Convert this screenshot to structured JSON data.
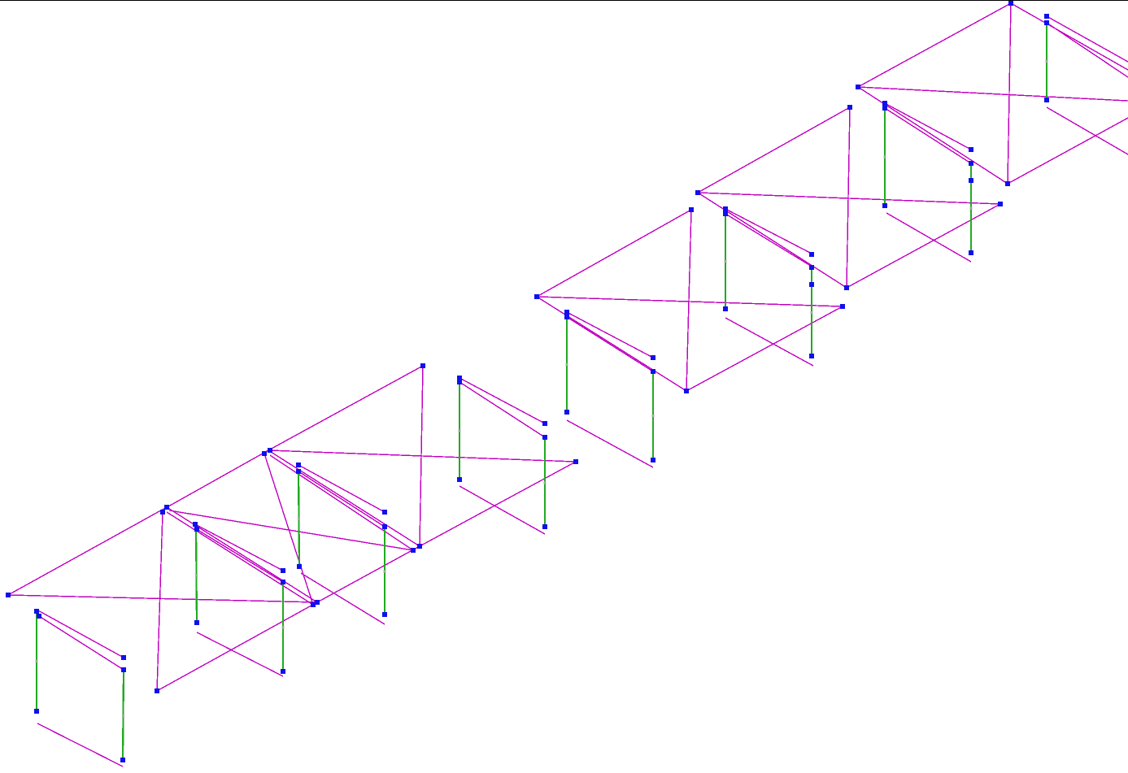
{
  "view": {
    "background": "#ffffff",
    "top_rule_color": "#000000"
  },
  "colors": {
    "beam": "#c000c0",
    "column": "#22aa22",
    "node": "#1010ee",
    "midpoint": "#a8a8a8"
  },
  "model": {
    "element_types": [
      "beam",
      "column",
      "node"
    ],
    "modules": 5,
    "modules_description_note": ""
  }
}
